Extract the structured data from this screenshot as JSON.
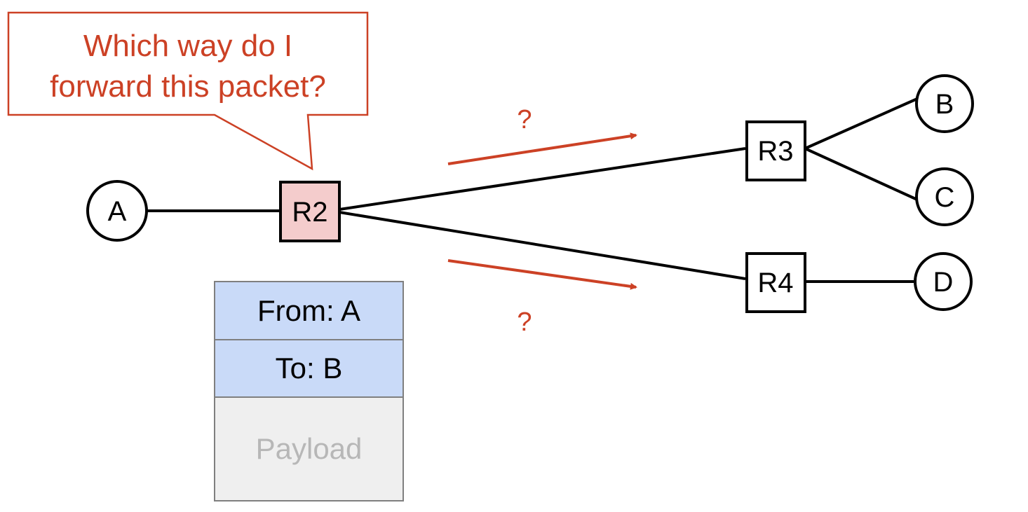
{
  "callout": {
    "line1": "Which way do I",
    "line2": "forward this packet?"
  },
  "nodes": {
    "a": "A",
    "b": "B",
    "c": "C",
    "d": "D",
    "r2": "R2",
    "r3": "R3",
    "r4": "R4"
  },
  "arrows": {
    "upper_label": "?",
    "lower_label": "?"
  },
  "packet": {
    "from": "From: A",
    "to": "To: B",
    "payload": "Payload"
  },
  "colors": {
    "accent_red": "#cc4125",
    "router_highlight": "#f4cccc",
    "header_blue": "#c9daf8",
    "payload_gray": "#efefef",
    "payload_text": "#b7b7b7"
  }
}
